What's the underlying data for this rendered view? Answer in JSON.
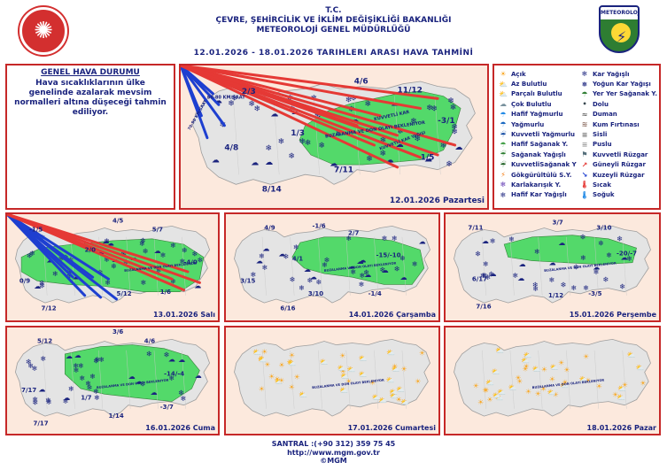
{
  "header": {
    "line1": "T.C.",
    "line2": "ÇEVRE, ŞEHİRCİLİK VE İKLİM DEĞİŞİKLİĞİ BAKANLIĞI",
    "line3": "METEOROLOJİ  GENEL  MÜDÜRLÜĞÜ",
    "date_range": "12.01.2026  -  18.01.2026   TARIHLERI  ARASI  HAVA  TAHMİNİ",
    "logo_right_text": "METEOROLOJİ"
  },
  "info": {
    "title": "GENEL HAVA DURUMU",
    "text": "Hava sıcaklıklarının ülke genelinde azalarak mevsim normalleri altına düşeceği tahmin ediliyor."
  },
  "legend": {
    "left": [
      {
        "label": "Açık",
        "icon": "sun-icon",
        "glyph": "☀",
        "color": "#f9a825"
      },
      {
        "label": "Az Bulutlu",
        "icon": "sun-cloud-icon",
        "glyph": "⛅",
        "color": "#f9a825"
      },
      {
        "label": "Parçalı Bulutlu",
        "icon": "partly-cloudy-icon",
        "glyph": "⛅",
        "color": "#fb8c00"
      },
      {
        "label": "Çok Bulutlu",
        "icon": "cloud-icon",
        "glyph": "☁",
        "color": "#78909c"
      },
      {
        "label": "Hafif Yağmurlu",
        "icon": "light-rain-icon",
        "glyph": "☂",
        "color": "#1e88e5"
      },
      {
        "label": "Yağmurlu",
        "icon": "rain-icon",
        "glyph": "☂",
        "color": "#1565c0"
      },
      {
        "label": "Kuvvetli Yağmurlu",
        "icon": "heavy-rain-icon",
        "glyph": "☔",
        "color": "#0d47a1"
      },
      {
        "label": "Hafif Sağanak Y.",
        "icon": "light-shower-icon",
        "glyph": "☂",
        "color": "#43a047"
      },
      {
        "label": "Sağanak Yağışlı",
        "icon": "shower-icon",
        "glyph": "☔",
        "color": "#2e7d32"
      },
      {
        "label": "KuvvetliSağanak Y",
        "icon": "heavy-shower-icon",
        "glyph": "☔",
        "color": "#1b5e20"
      },
      {
        "label": "Gökgürültülü S.Y.",
        "icon": "thunder-icon",
        "glyph": "⚡",
        "color": "#f57f17"
      },
      {
        "label": "Karlakarışık Y.",
        "icon": "sleet-icon",
        "glyph": "❄",
        "color": "#5e35b1"
      },
      {
        "label": "Hafif Kar Yağışlı",
        "icon": "light-snow-icon",
        "glyph": "❄",
        "color": "#1a237e"
      }
    ],
    "right": [
      {
        "label": "Kar Yağışlı",
        "icon": "snow-icon",
        "glyph": "❄",
        "color": "#1a237e"
      },
      {
        "label": "Yoğun Kar Yağışı",
        "icon": "heavy-snow-icon",
        "glyph": "❅",
        "color": "#1a237e"
      },
      {
        "label": "Yer Yer Sağanak Y.",
        "icon": "scattered-shower-icon",
        "glyph": "☂",
        "color": "#2e7d32"
      },
      {
        "label": "Dolu",
        "icon": "hail-icon",
        "glyph": "•",
        "color": "#37474f"
      },
      {
        "label": "Duman",
        "icon": "smoke-icon",
        "glyph": "≈",
        "color": "#616161"
      },
      {
        "label": "Kum Fırtınası",
        "icon": "sandstorm-icon",
        "glyph": "≋",
        "color": "#8d6e63"
      },
      {
        "label": "Sisli",
        "icon": "fog-icon",
        "glyph": "≡",
        "color": "#757575"
      },
      {
        "label": "Puslu",
        "icon": "mist-icon",
        "glyph": "≡",
        "color": "#9e9e9e"
      },
      {
        "label": "Kuvvetli Rüzgar",
        "icon": "strong-wind-icon",
        "glyph": "⚑",
        "color": "#546e7a"
      },
      {
        "label": "Güneyli Rüzgar",
        "icon": "south-wind-icon",
        "glyph": "↗",
        "color": "#e53935"
      },
      {
        "label": "Kuzeyli Rüzgar",
        "icon": "north-wind-icon",
        "glyph": "↘",
        "color": "#1e3fd0"
      },
      {
        "label": "Sıcak",
        "icon": "hot-icon",
        "glyph": "🌡",
        "color": "#e53935"
      },
      {
        "label": "Soğuk",
        "icon": "cold-icon",
        "glyph": "🌡",
        "color": "#1e88e5"
      }
    ]
  },
  "maps": {
    "main": {
      "date": "12.01.2026 Pazartesi",
      "temps": [
        "2/3",
        "4/6",
        "11/12",
        "1/3",
        "4/8",
        "-3/1",
        "7/11",
        "1/5",
        "8/14"
      ],
      "annotations": [
        "60-80 KM/SAAT",
        "70-90 KM/SAAT",
        "BUZALANMA VE DON OLAYI BEKLENIYOR",
        "KUVVETLİ KAR",
        "KUVVETLİ KAR YAĞIŞI"
      ]
    },
    "mon": {
      "date": "13.01.2026 Salı",
      "temps": [
        "-1/5",
        "4/5",
        "5/7",
        "2/0",
        "-4/0",
        "0/9",
        "5/12",
        "1/6",
        "7/12"
      ]
    },
    "tue": {
      "date": "14.01.2026 Çarşamba",
      "temps": [
        "4/9",
        "-1/6",
        "2/7",
        "4/1",
        "-15/-10",
        "3/15",
        "3/10",
        "-1/4",
        "6/16"
      ]
    },
    "wed": {
      "date": "15.01.2026 Perşembe",
      "temps": [
        "7/11",
        "3/7",
        "3/10",
        "-20/-7",
        "6/17",
        "1/12",
        "-3/5",
        "7/16"
      ]
    },
    "thu": {
      "date": "16.01.2026 Cuma",
      "temps": [
        "5/12",
        "3/6",
        "4/6",
        "-14/-4",
        "7/17",
        "1/7",
        "1/14",
        "-3/7",
        "7/17"
      ]
    },
    "fri": {
      "date": "17.01.2026 Cumartesi",
      "temps": []
    },
    "sat": {
      "date": "18.01.2026 Pazar",
      "temps": []
    },
    "shared_annotation": "BUZALANMA VE DON OLAYI BEKLENIYOR"
  },
  "footer": {
    "phone": "SANTRAL :(+90 312) 359 75 45",
    "url": "http://www.mgm.gov.tr",
    "copyright": "©MGM"
  },
  "colors": {
    "border": "#c62828",
    "panel_bg": "#fce9dd",
    "land": "#e0e0e0",
    "alert_green": "#4cd964",
    "text": "#1a237e",
    "wind_blue": "#1e3fd0",
    "wind_red": "#e53935"
  }
}
